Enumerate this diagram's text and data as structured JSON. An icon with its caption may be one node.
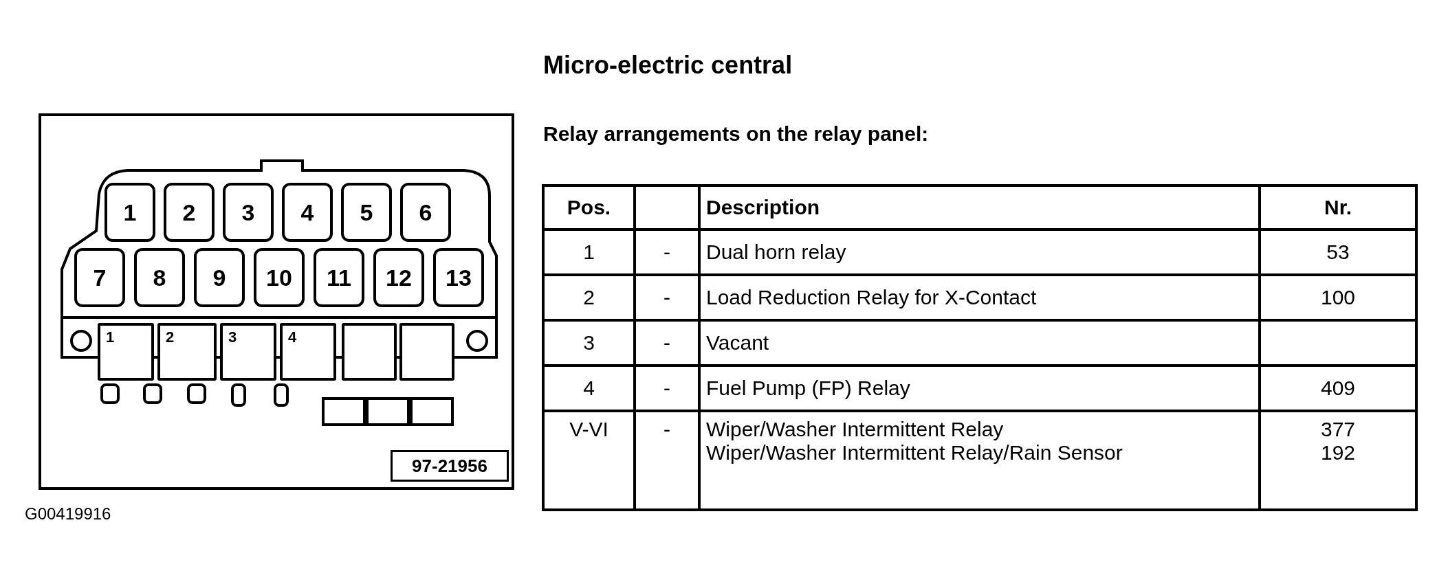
{
  "diagram": {
    "title": "Micro-electric central",
    "nodes": [
      {
        "text": [
          "1"
        ]
      },
      {
        "text": [
          "2"
        ]
      },
      {
        "text": [
          "3"
        ]
      },
      {
        "text": [
          "4"
        ]
      },
      {
        "text": [
          "5"
        ]
      },
      {
        "text": [
          "6"
        ]
      },
      {
        "text": [
          "7"
        ]
      },
      {
        "text": [
          "8"
        ]
      },
      {
        "text": [
          "9"
        ]
      },
      {
        "text": [
          "10"
        ]
      },
      {
        "text": [
          "11"
        ]
      },
      {
        "text": [
          "12"
        ]
      },
      {
        "text": [
          "13"
        ]
      },
      {
        "text": [
          "1"
        ]
      },
      {
        "text": [
          "2"
        ]
      },
      {
        "text": [
          "3"
        ]
      },
      {
        "text": [
          "4"
        ]
      },
      {
        "text": [],
        "shape": "box"
      },
      {
        "text": [],
        "shape": "box"
      },
      {
        "text": [
          "97-21956"
        ]
      }
    ],
    "edges": [],
    "labels": [
      "Relay arrangements on the relay panel:",
      "Pos.",
      "Description",
      "Nr.",
      "1",
      "-",
      "Dual horn relay",
      "53",
      "2",
      "-",
      "Load Reduction Relay for X-Contact",
      "100",
      "3",
      "-",
      "Vacant",
      "4",
      "-",
      "Fuel Pump (FP) Relay",
      "409",
      "V-VI",
      "-",
      "Wiper/Washer Intermittent Relay",
      "377",
      "Wiper/Washer Intermittent Relay/Rain Sensor",
      "192",
      "G00419916"
    ]
  }
}
